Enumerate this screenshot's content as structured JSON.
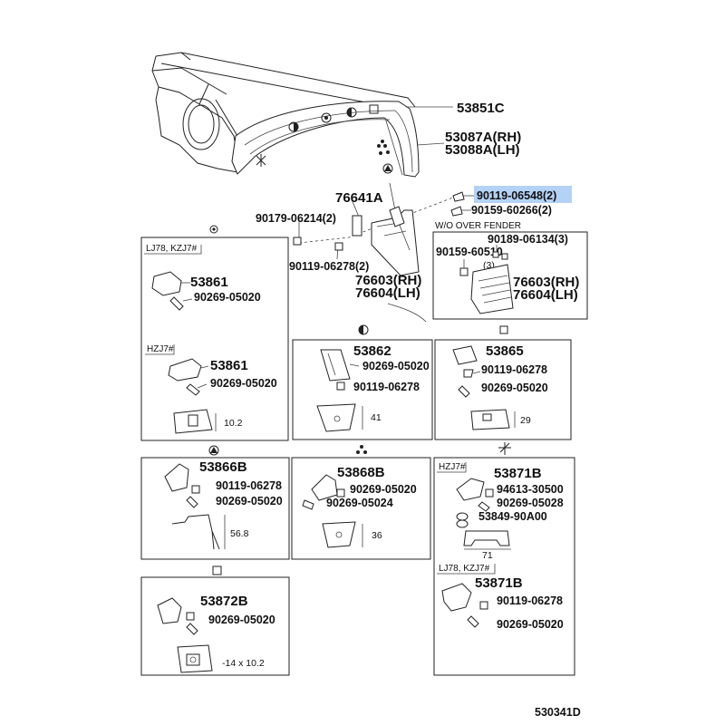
{
  "highlight_color": "#b4d2f5",
  "main": {
    "p53851c": "53851C",
    "p53087a": "53087A(RH)",
    "p53088a": "53088A(LH)",
    "p90119_06548": "90119-06548(2)",
    "p90159_60266": "90159-60266(2)",
    "p76641a": "76641A",
    "p90179_06214": "90179-06214(2)",
    "p90119_06278": "90119-06278(2)",
    "p76603": "76603(RH)",
    "p76604": "76604(LH)"
  },
  "wo_over_fender": {
    "title": "W/O OVER FENDER",
    "p90189": "90189-06134(3)",
    "p90159": "90159-60510",
    "qty": "(3)",
    "p76603": "76603(RH)",
    "p76604": "76604(LH)"
  },
  "box_53861": {
    "hdr1": "LJ78, KZJ7#",
    "part1": "53861",
    "bolt1": "90269-05020",
    "hdr2": "HZJ7#",
    "part2": "53861",
    "bolt2": "90269-05020",
    "dim": "10.2"
  },
  "box_53862": {
    "part": "53862",
    "bolt1": "90269-05020",
    "bolt2": "90119-06278",
    "dim": "41"
  },
  "box_53865": {
    "part": "53865",
    "bolt1": "90119-06278",
    "bolt2": "90269-05020",
    "dim": "29"
  },
  "box_53866b": {
    "part": "53866B",
    "bolt1": "90119-06278",
    "bolt2": "90269-05020",
    "dim": "56.8"
  },
  "box_53868b": {
    "part": "53868B",
    "bolt1": "90269-05020",
    "bolt2": "90269-05024",
    "dim": "36"
  },
  "box_53871b": {
    "hdr1": "HZJ7#",
    "part1": "53871B",
    "b1": "94613-30500",
    "b2": "90269-05028",
    "b3": "53849-90A00",
    "dim": "71",
    "hdr2": "LJ78, KZJ7#",
    "part2": "53871B",
    "b4": "90119-06278",
    "b5": "90269-05020"
  },
  "box_53872b": {
    "part": "53872B",
    "bolt": "90269-05020",
    "dim": "-14 x 10.2"
  },
  "diagram_id": "530341D"
}
